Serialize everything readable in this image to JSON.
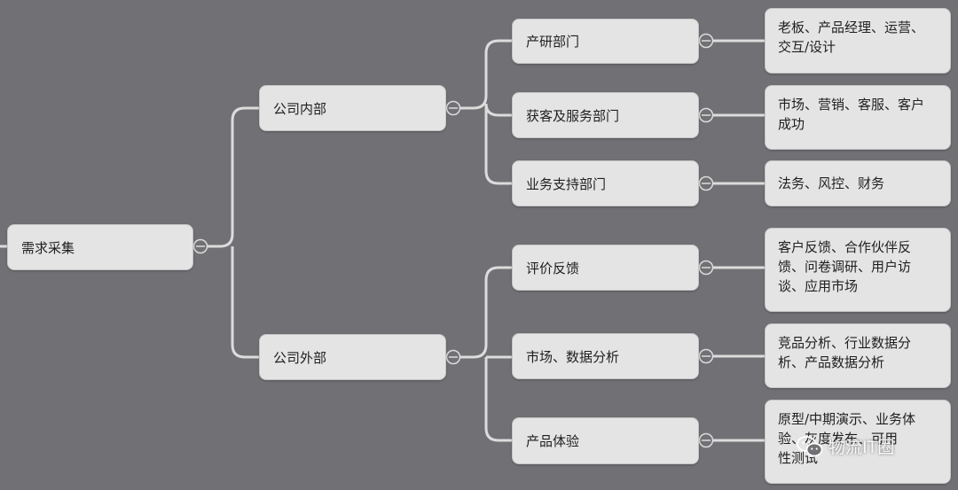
{
  "root": {
    "label": "需求采集"
  },
  "branches": [
    {
      "label": "公司内部",
      "children": [
        {
          "label": "产研部门",
          "detail": [
            "老板、产品经理、运营、",
            "交互/设计"
          ]
        },
        {
          "label": "获客及服务部门",
          "detail": [
            "市场、营销、客服、客户",
            "成功"
          ]
        },
        {
          "label": "业务支持部门",
          "detail": [
            "法务、风控、财务"
          ]
        }
      ]
    },
    {
      "label": "公司外部",
      "children": [
        {
          "label": "评价反馈",
          "detail": [
            "客户反馈、合作伙伴反",
            "馈、问卷调研、用户访",
            "谈、应用市场"
          ]
        },
        {
          "label": "市场、数据分析",
          "detail": [
            "竞品分析、行业数据分",
            "析、产品数据分析"
          ]
        },
        {
          "label": "产品体验",
          "detail": [
            "原型/中期演示、业务体",
            "验、灰度发布、可用",
            "性测试"
          ]
        }
      ]
    }
  ],
  "watermark": {
    "text": "物流IT圈",
    "icon": "wechat-icon"
  },
  "colors": {
    "background": "#717175",
    "node": "#e4e4e4",
    "connector": "#dcdcdc"
  }
}
